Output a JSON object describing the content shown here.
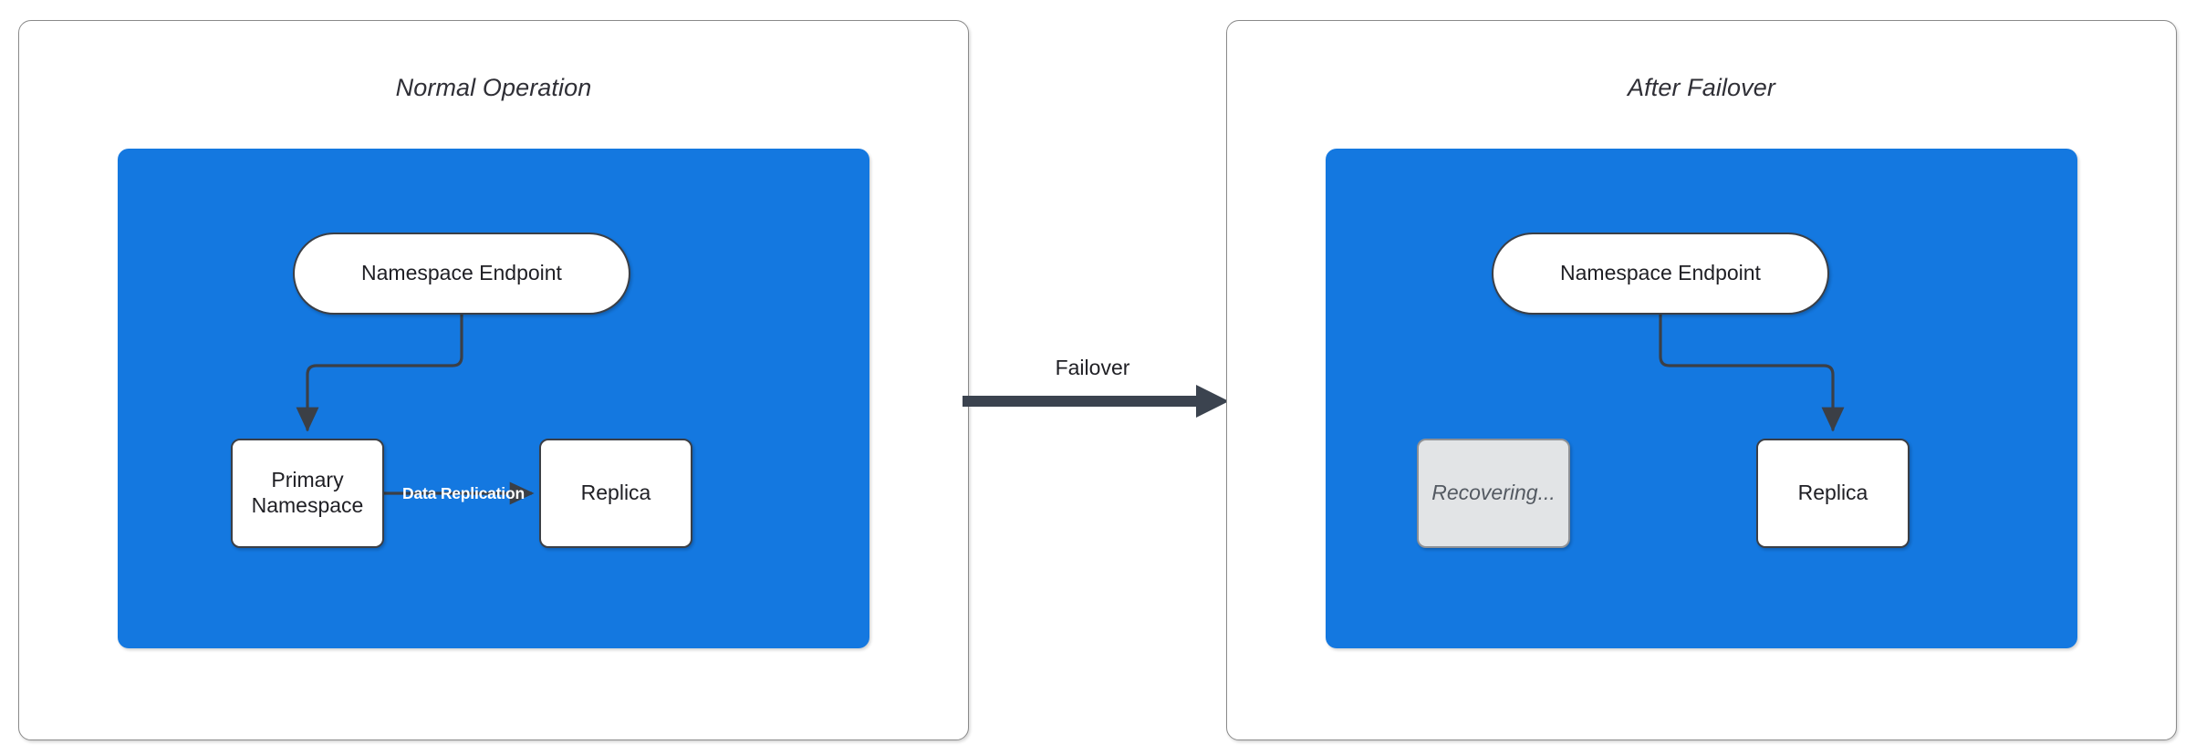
{
  "diagram": {
    "title_left": "Normal Operation",
    "title_right": "After Failover",
    "transition_label": "Failover",
    "colors": {
      "region_blue": "#1478e0",
      "node_white": "#ffffff",
      "node_dim": "#e2e4e6",
      "stroke_dark": "#3b3f46",
      "panel_border": "#8a8a8a",
      "label_white": "#ffffff",
      "text_dark": "#1f1f24",
      "text_muted": "#545a62"
    }
  },
  "panels": [
    {
      "id": "normal-operation",
      "title": "Normal Operation",
      "nodes": [
        {
          "id": "endpoint",
          "label": "Namespace Endpoint",
          "shape": "pill",
          "state": "active"
        },
        {
          "id": "primary",
          "label": "Primary\nNamespace",
          "line1": "Primary",
          "line2": "Namespace",
          "shape": "rect",
          "state": "active"
        },
        {
          "id": "replica",
          "label": "Replica",
          "shape": "rect",
          "state": "active"
        }
      ],
      "edges": [
        {
          "from": "endpoint",
          "to": "primary",
          "label": ""
        },
        {
          "from": "primary",
          "to": "replica",
          "label": "Data Replication"
        }
      ]
    },
    {
      "id": "after-failover",
      "title": "After Failover",
      "nodes": [
        {
          "id": "endpoint",
          "label": "Namespace Endpoint",
          "shape": "pill",
          "state": "active"
        },
        {
          "id": "recovering",
          "label": "Recovering...",
          "shape": "rect",
          "state": "dim"
        },
        {
          "id": "replica",
          "label": "Replica",
          "shape": "rect",
          "state": "active"
        }
      ],
      "edges": [
        {
          "from": "endpoint",
          "to": "replica",
          "label": ""
        }
      ]
    }
  ],
  "transition": {
    "label": "Failover",
    "direction": "left-to-right"
  }
}
